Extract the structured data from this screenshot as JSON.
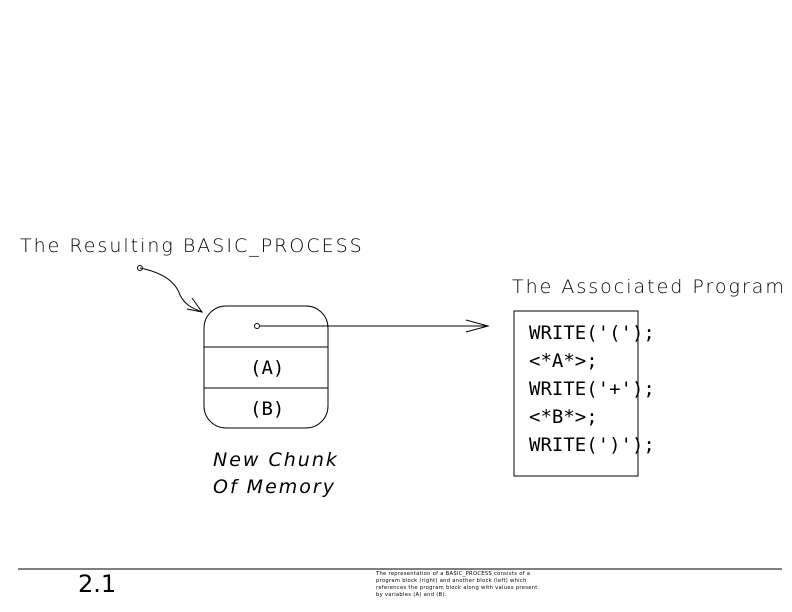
{
  "labels": {
    "resulting": "The Resulting BASIC_PROCESS",
    "associated": "The Associated Program",
    "new_chunk_line1": "New Chunk",
    "new_chunk_line2": "Of Memory"
  },
  "memory_block": {
    "cell_a": "(A)",
    "cell_b": "(B)"
  },
  "program_lines": [
    "WRITE('(');",
    "<*A*>;",
    "WRITE('+');",
    "<*B*>;",
    "WRITE(')');"
  ],
  "footer": {
    "page_number": "2.1",
    "caption_lines": [
      "The representation of a BASIC_PROCESS consists of a",
      "program block (right) and another block (left) which",
      "references the program block along with values present",
      "by variables (A) and (B)."
    ]
  }
}
